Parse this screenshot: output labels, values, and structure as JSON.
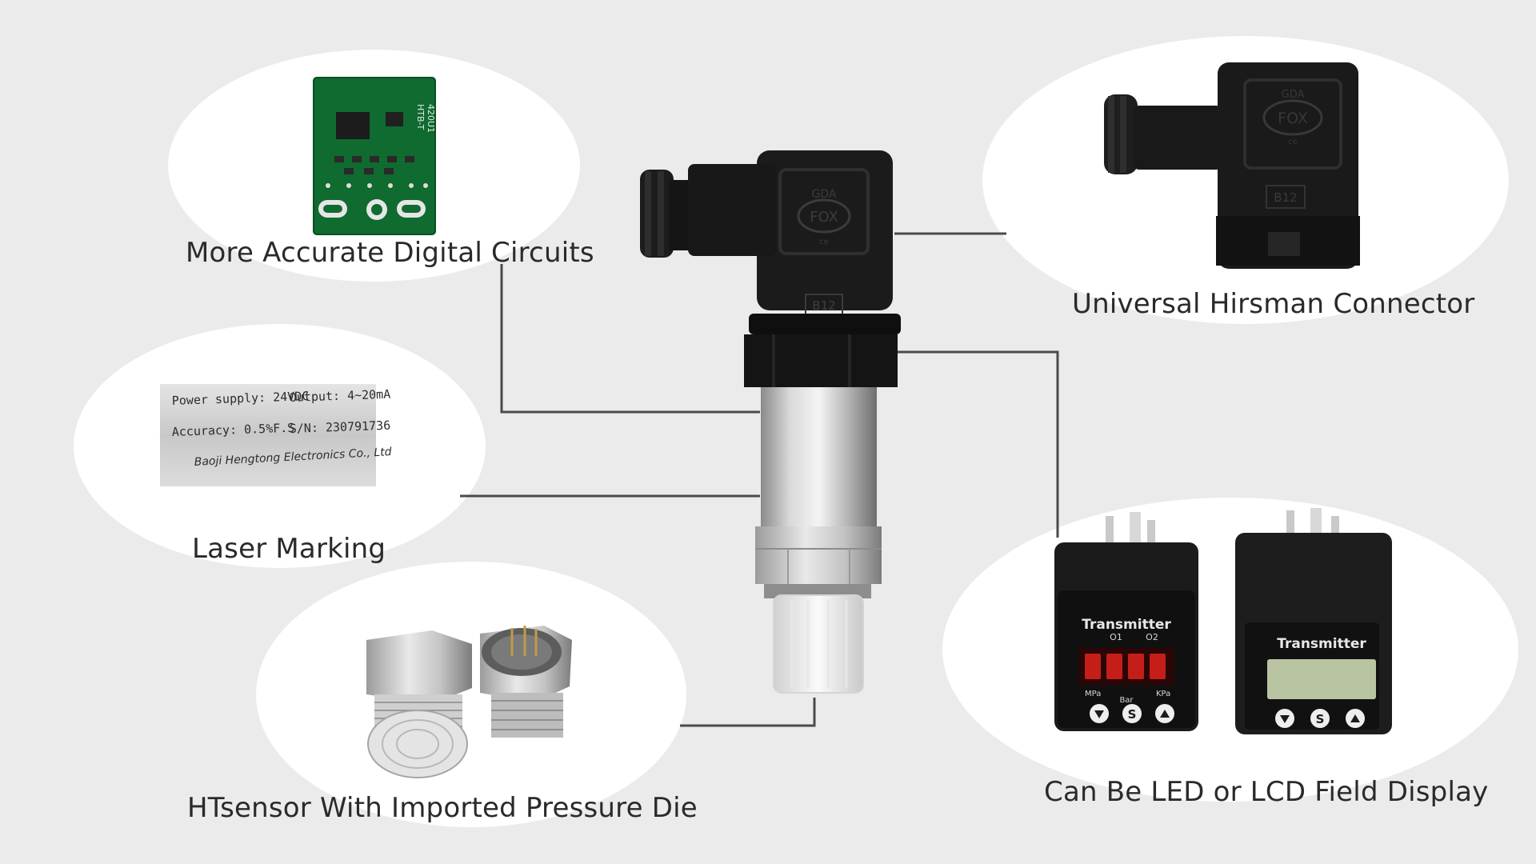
{
  "features": {
    "circuits": {
      "label": "More Accurate Digital Circuits",
      "board_text_1": "HTB-T",
      "board_text_2": "420U1"
    },
    "connector": {
      "label": "Universal Hirsman Connector",
      "brand_top": "GDA",
      "brand": "FOX",
      "model": "B12"
    },
    "marking": {
      "label": "Laser Marking",
      "line1_left": "Power supply:  24VDC",
      "line1_right": "Output:  4~20mA",
      "line2_left": "Accuracy:  0.5%F.S",
      "line2_right": "S/N:  230791736",
      "line3": "Baoji Hengtong Electronics Co., Ltd"
    },
    "sensor": {
      "label": "HTsensor With Imported Pressure Die"
    },
    "display": {
      "label": "Can Be LED or LCD Field Display",
      "title": "Transmitter",
      "o1": "O1",
      "o2": "O2",
      "unit1": "MPa",
      "unit2": "Bar",
      "unit3": "KPa",
      "button_s": "S"
    }
  },
  "product": {
    "brand_top": "GDA",
    "brand": "FOX",
    "model": "B12",
    "mark": "ce"
  },
  "colors": {
    "background": "#ebebeb",
    "bubble": "#ffffff",
    "leader": "#4a4a4a",
    "led_red": "#e0231c",
    "lcd_green": "#b9c4a3"
  }
}
